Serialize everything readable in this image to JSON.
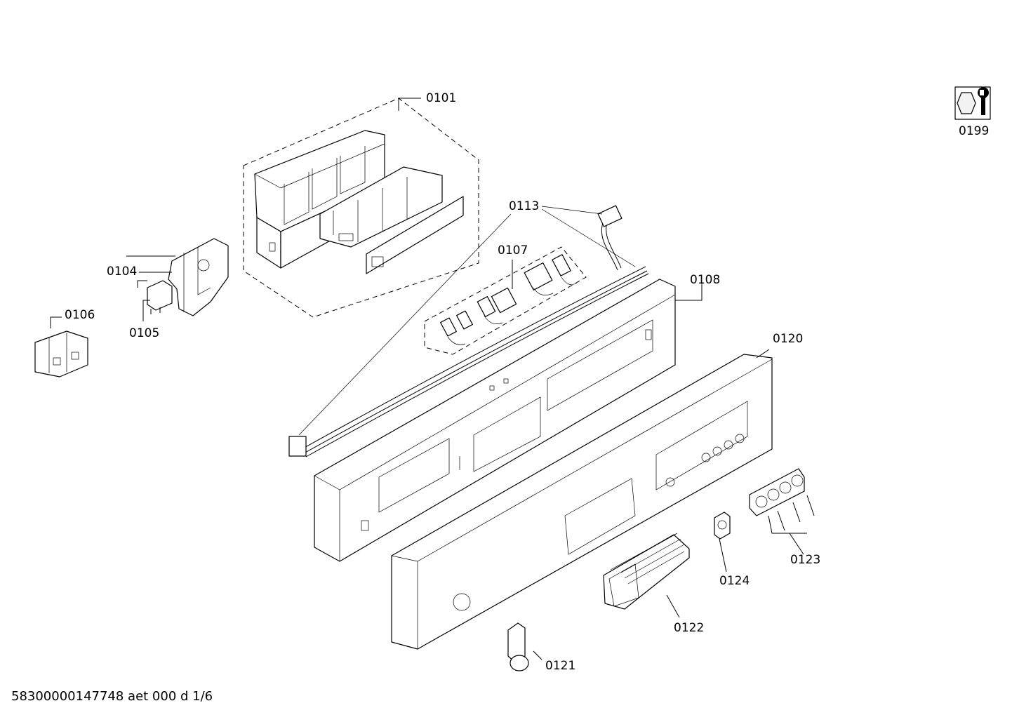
{
  "parts": {
    "p0101": "0101",
    "p0104": "0104",
    "p0105": "0105",
    "p0106": "0106",
    "p0107": "0107",
    "p0108": "0108",
    "p0113": "0113",
    "p0120": "0120",
    "p0121": "0121",
    "p0122": "0122",
    "p0123": "0123",
    "p0124": "0124",
    "p0199": "0199"
  },
  "footer": "58300000147748 aet 000 d 1/6",
  "icons": {
    "service_kit": "wrench-nut-icon"
  }
}
